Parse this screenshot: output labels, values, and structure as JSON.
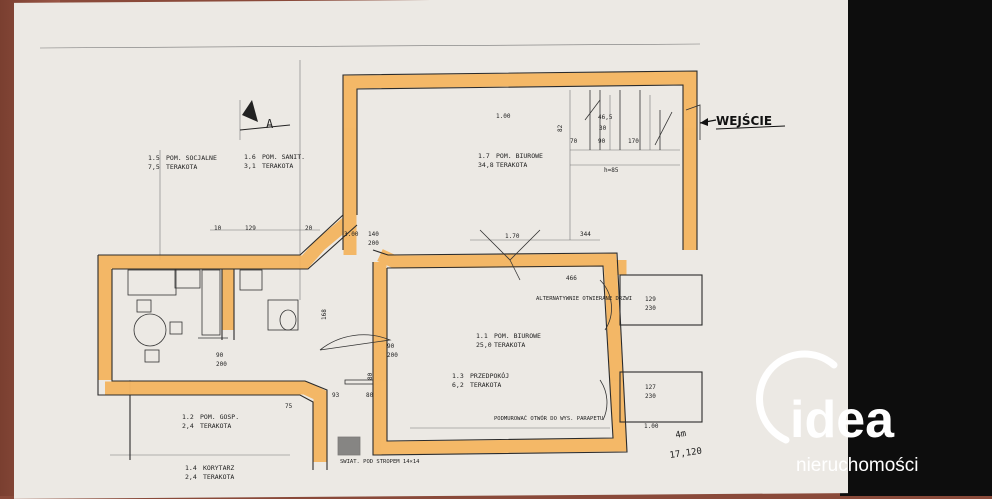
{
  "plan": {
    "section_marker": "A",
    "entrance_label": "WEJŚCIE",
    "rooms": [
      {
        "no": "1.5",
        "name": "POM. SOCJALNE",
        "area": "7,5",
        "floor": "TERAKOTA"
      },
      {
        "no": "1.6",
        "name": "POM. SANIT.",
        "area": "3,1",
        "floor": "TERAKOTA"
      },
      {
        "no": "1.7",
        "name": "POM. BIUROWE",
        "area": "34,8",
        "floor": "TERAKOTA"
      },
      {
        "no": "1.1",
        "name": "POM. BIUROWE",
        "area": "25,0",
        "floor": "TERAKOTA"
      },
      {
        "no": "1.3",
        "name": "PRZEDPOKÓJ",
        "area": "6,2",
        "floor": "TERAKOTA"
      },
      {
        "no": "1.2",
        "name": "POM. GOSP.",
        "area": "2,4",
        "floor": "TERAKOTA"
      },
      {
        "no": "1.4",
        "name": "KORYTARZ",
        "area": "2,4",
        "floor": "TERAKOTA"
      }
    ],
    "dimensions": [
      "129",
      "20",
      "10",
      "344",
      "170",
      "82",
      "70",
      "90",
      "30",
      "46,5",
      "h=85",
      "140",
      "200",
      "90",
      "200",
      "90",
      "200",
      "129",
      "230",
      "127",
      "230",
      "168",
      "93",
      "80",
      "1.00",
      "1.00",
      "1.70",
      "75",
      "466",
      "3.00",
      "80"
    ],
    "notes": [
      "ALTERNATYWNIE OTWIERANE DRZWI",
      "PODMUROWAĆ OTWÓR DO WYS. PARAPETU",
      "SWIAT. POD STROPEM 14×14"
    ],
    "handwritten": [
      "4m",
      "17,120"
    ]
  },
  "logo": {
    "brand": "idea",
    "tagline": "nieruchomości"
  },
  "colors": {
    "paper": "#ece9e4",
    "wall_highlight": "#f4b35c",
    "line": "#2b2b2b",
    "background_left": "#8a4a3a",
    "background_right": "#0d0d0d"
  }
}
